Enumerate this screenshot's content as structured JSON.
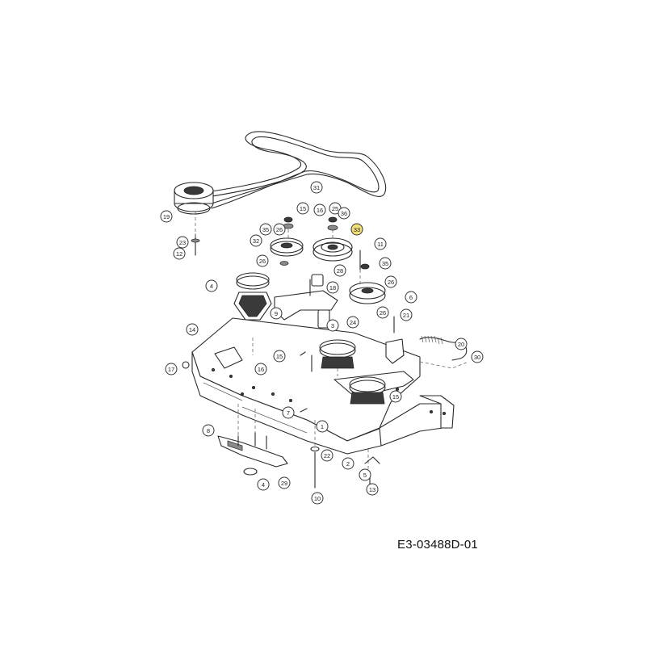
{
  "drawing_number": "E3-03488D-01",
  "highlight_color": "#f3e27a",
  "callouts": [
    {
      "id": "c1",
      "label": "31"
    },
    {
      "id": "c2",
      "label": "19"
    },
    {
      "id": "c3",
      "label": "15"
    },
    {
      "id": "c4",
      "label": "16"
    },
    {
      "id": "c5",
      "label": "25"
    },
    {
      "id": "c6",
      "label": "36"
    },
    {
      "id": "c7",
      "label": "33",
      "highlighted": true
    },
    {
      "id": "c8",
      "label": "35"
    },
    {
      "id": "c9",
      "label": "26"
    },
    {
      "id": "c10",
      "label": "23"
    },
    {
      "id": "c11",
      "label": "12"
    },
    {
      "id": "c12",
      "label": "32"
    },
    {
      "id": "c13",
      "label": "11"
    },
    {
      "id": "c14",
      "label": "35"
    },
    {
      "id": "c15",
      "label": "26"
    },
    {
      "id": "c16",
      "label": "28"
    },
    {
      "id": "c17",
      "label": "26"
    },
    {
      "id": "c18",
      "label": "4"
    },
    {
      "id": "c19",
      "label": "18"
    },
    {
      "id": "c20",
      "label": "6"
    },
    {
      "id": "c21",
      "label": "9"
    },
    {
      "id": "c22",
      "label": "3"
    },
    {
      "id": "c23",
      "label": "24"
    },
    {
      "id": "c24",
      "label": "26"
    },
    {
      "id": "c25",
      "label": "21"
    },
    {
      "id": "c26",
      "label": "14"
    },
    {
      "id": "c27",
      "label": "20"
    },
    {
      "id": "c28",
      "label": "15"
    },
    {
      "id": "c29",
      "label": "30"
    },
    {
      "id": "c30",
      "label": "17"
    },
    {
      "id": "c31",
      "label": "16"
    },
    {
      "id": "c32",
      "label": "15"
    },
    {
      "id": "c33",
      "label": "7"
    },
    {
      "id": "c34",
      "label": "1"
    },
    {
      "id": "c35",
      "label": "8"
    },
    {
      "id": "c36",
      "label": "22"
    },
    {
      "id": "c37",
      "label": "2"
    },
    {
      "id": "c38",
      "label": "5"
    },
    {
      "id": "c39",
      "label": "13"
    },
    {
      "id": "c40",
      "label": "4"
    },
    {
      "id": "c41",
      "label": "29"
    },
    {
      "id": "c42",
      "label": "10"
    }
  ]
}
